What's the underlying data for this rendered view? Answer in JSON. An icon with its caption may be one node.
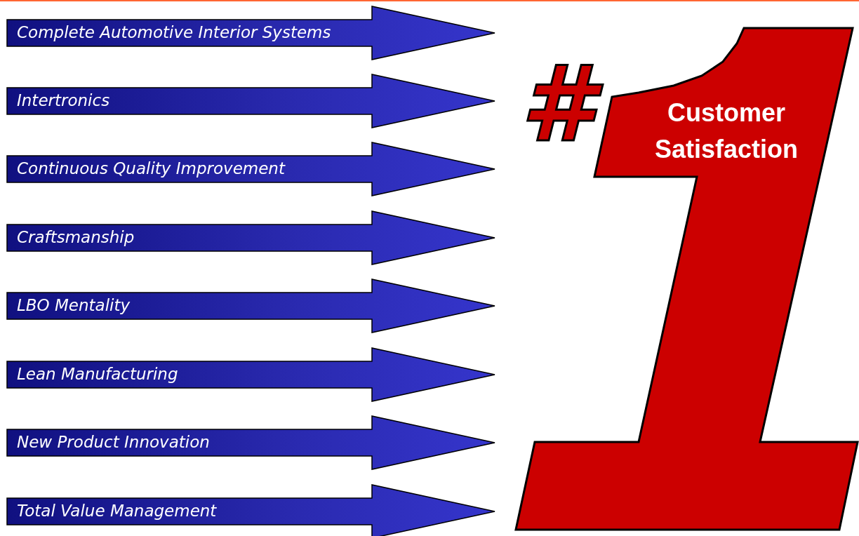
{
  "diagram": {
    "nodes": [
      {
        "text": [
          "Complete Automotive Interior Systems"
        ]
      },
      {
        "text": [
          "Intertronics"
        ]
      },
      {
        "text": [
          "Continuous Quality Improvement"
        ]
      },
      {
        "text": [
          "Craftsmanship"
        ]
      },
      {
        "text": [
          "LBO Mentality"
        ]
      },
      {
        "text": [
          "Lean Manufacturing"
        ]
      },
      {
        "text": [
          "New Product Innovation"
        ]
      },
      {
        "text": [
          "Total Value Management"
        ]
      },
      {
        "text": [
          "Customer Satisfaction"
        ]
      }
    ],
    "labels": [
      "#"
    ]
  }
}
